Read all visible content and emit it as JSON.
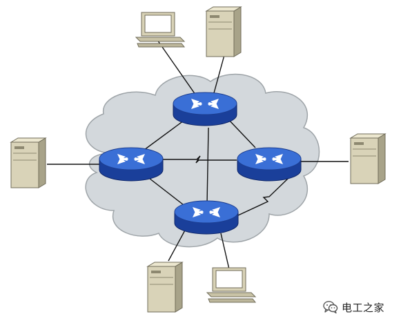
{
  "colors": {
    "cloud_fill": "#d3d8dc",
    "cloud_stroke": "#9ea4a8",
    "router_top": "#3a6fd6",
    "router_side": "#1a3f9a",
    "router_arrow": "#ffffff",
    "server_front": "#d9d3b8",
    "server_side": "#a8a389",
    "link": "#111111"
  },
  "nodes": {
    "routers": [
      "router-top",
      "router-left",
      "router-right",
      "router-bottom"
    ],
    "servers": [
      "server-top",
      "server-left",
      "server-right",
      "server-bottom"
    ],
    "workstations": [
      "workstation-top",
      "workstation-bottom"
    ]
  },
  "links": [
    [
      "router-top",
      "router-left"
    ],
    [
      "router-top",
      "router-right"
    ],
    [
      "router-top",
      "router-bottom"
    ],
    [
      "router-left",
      "router-right"
    ],
    [
      "router-left",
      "router-bottom"
    ],
    [
      "router-right",
      "router-bottom"
    ],
    [
      "router-top",
      "workstation-top"
    ],
    [
      "router-top",
      "server-top"
    ],
    [
      "router-left",
      "server-left"
    ],
    [
      "router-right",
      "server-right"
    ],
    [
      "router-bottom",
      "server-bottom"
    ],
    [
      "router-bottom",
      "workstation-bottom"
    ]
  ],
  "watermark": {
    "text": "电工之家",
    "icon": "wechat-icon"
  }
}
